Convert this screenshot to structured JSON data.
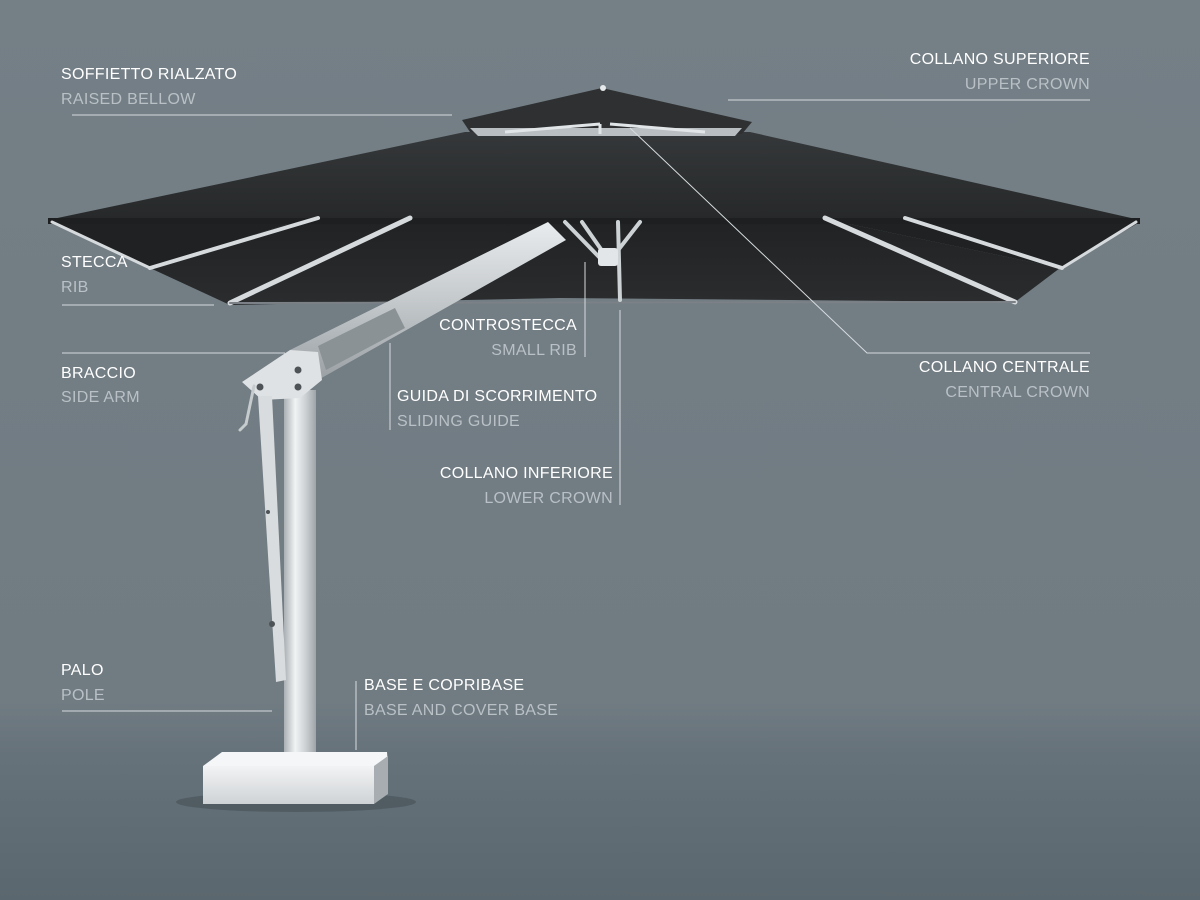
{
  "colors": {
    "background": "#727d84",
    "canopy": "#2d2f31",
    "metal": "#d3d7da",
    "label_primary": "#ffffff",
    "label_secondary": "#b9c1c6",
    "leader_line": "#d7dcdf"
  },
  "labels": {
    "raised_bellow": {
      "it": "SOFFIETTO RIALZATO",
      "en": "RAISED BELLOW"
    },
    "upper_crown": {
      "it": "COLLANO SUPERIORE",
      "en": "UPPER CROWN"
    },
    "rib": {
      "it": "STECCA",
      "en": "RIB"
    },
    "small_rib": {
      "it": "CONTROSTECCA",
      "en": "SMALL RIB"
    },
    "central_crown": {
      "it": "COLLANO CENTRALE",
      "en": "CENTRAL CROWN"
    },
    "side_arm": {
      "it": "BRACCIO",
      "en": "SIDE ARM"
    },
    "sliding_guide": {
      "it": "GUIDA DI SCORRIMENTO",
      "en": "SLIDING GUIDE"
    },
    "lower_crown": {
      "it": "COLLANO INFERIORE",
      "en": "LOWER CROWN"
    },
    "pole": {
      "it": "PALO",
      "en": "POLE"
    },
    "base": {
      "it": "BASE E COPRIBASE",
      "en": "BASE AND COVER BASE"
    }
  }
}
